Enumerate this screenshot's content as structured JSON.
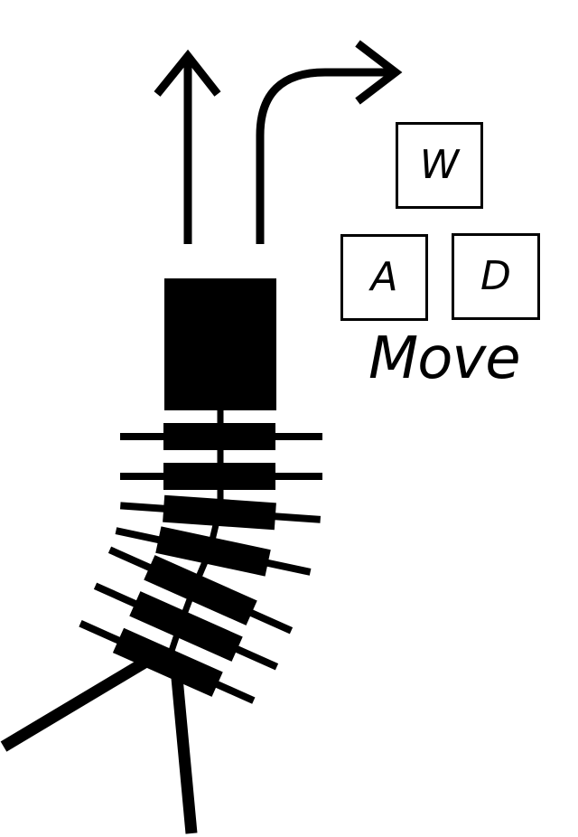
{
  "controls": {
    "keys": {
      "up": "W",
      "left": "A",
      "right": "D"
    },
    "caption": "Move"
  },
  "colors": {
    "ink": "#000000",
    "background": "#ffffff"
  },
  "icons": {
    "forward": "arrow-up-icon",
    "turn": "arrow-turn-right-icon"
  }
}
